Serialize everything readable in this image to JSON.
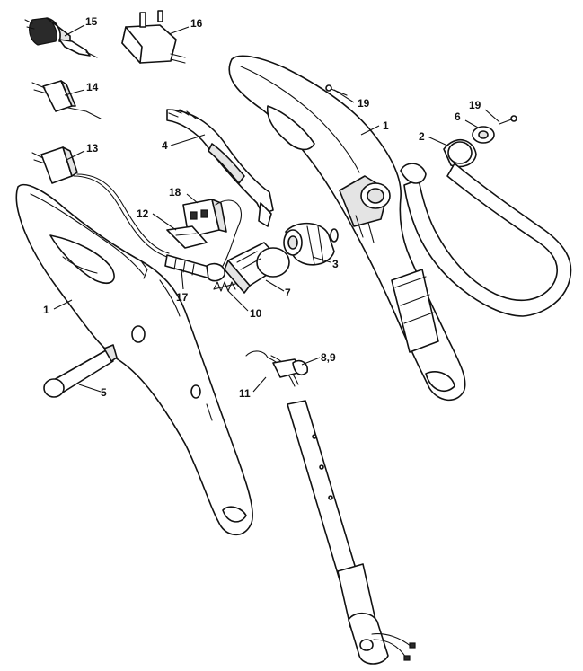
{
  "callouts": {
    "c15": "15",
    "c16": "16",
    "c14": "14",
    "c13": "13",
    "c19a": "19",
    "c19b": "19",
    "c1a": "1",
    "c1b": "1",
    "c6": "6",
    "c2": "2",
    "c4": "4",
    "c18": "18",
    "c12": "12",
    "c3": "3",
    "c7": "7",
    "c17": "17",
    "c10": "10",
    "c5": "5",
    "c89": "8,9",
    "c11": "11"
  }
}
